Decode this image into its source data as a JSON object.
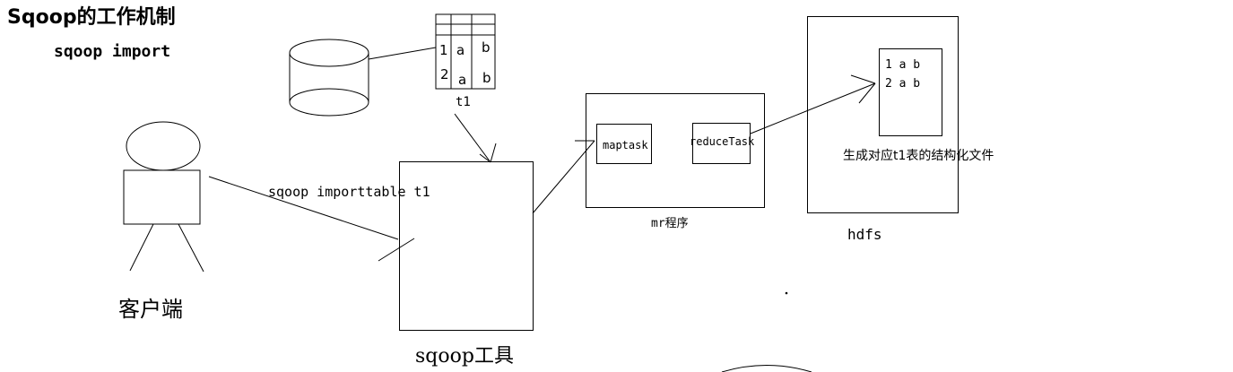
{
  "title": "Sqoop的工作机制",
  "subtitle": "sqoop import",
  "client": {
    "label": "客户端"
  },
  "database_table": {
    "name": "t1",
    "rows": [
      [
        "1",
        "a",
        "b"
      ],
      [
        "2",
        "a",
        "b"
      ]
    ]
  },
  "command_label": "sqoop importtable t1",
  "tool": {
    "label": "sqoop工具"
  },
  "mr": {
    "label": "mr程序",
    "maptask": "maptask",
    "reducetask": "reduceTask"
  },
  "hdfs": {
    "label": "hdfs",
    "file_rows": [
      "1 a b",
      "2 a b"
    ],
    "file_caption": "生成对应t1表的结构化文件"
  }
}
